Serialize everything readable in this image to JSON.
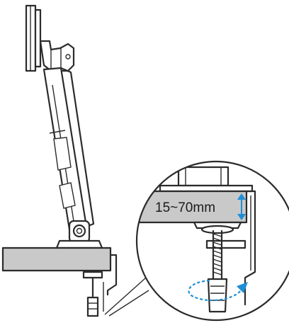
{
  "diagram": {
    "measurement_label": "15~70mm",
    "colors": {
      "desk": "#c9c9c9",
      "lines": "#2b2b2b",
      "arrow": "#1e8fd6",
      "background": "#ffffff"
    },
    "icons": {
      "thickness_arrow": "double-headed-vertical-arrow",
      "rotation_arrow": "curved-rotation-arrow"
    }
  }
}
